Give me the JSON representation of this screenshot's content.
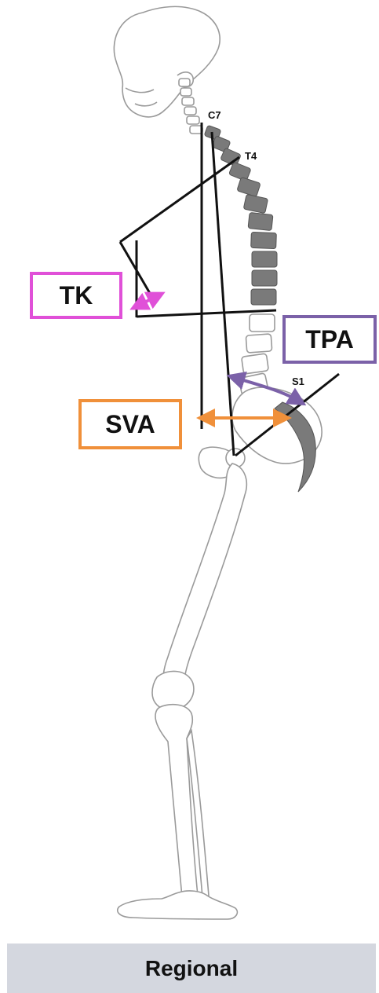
{
  "levels": {
    "c7": "C7",
    "t4": "T4",
    "s1": "S1"
  },
  "measures": {
    "tk": {
      "label": "TK",
      "color": "#e050d8"
    },
    "tpa": {
      "label": "TPA",
      "color": "#7b61a8"
    },
    "sva": {
      "label": "SVA",
      "color": "#f0903a"
    }
  },
  "footer": {
    "label": "Regional"
  },
  "colors": {
    "lines": "#111111",
    "vertebra_dark": "#7a7a7a",
    "bone_outline": "#9a9a9a",
    "footer_bg": "#d4d7df"
  }
}
